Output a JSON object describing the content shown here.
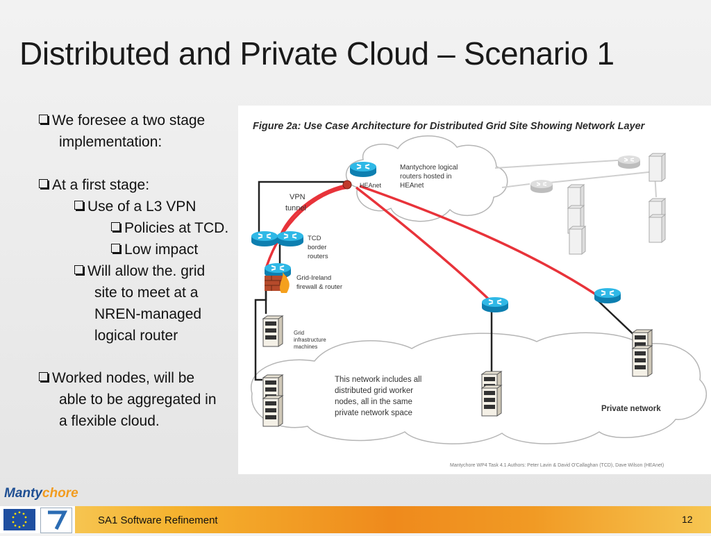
{
  "slide": {
    "title": "Distributed and Private Cloud – Scenario 1",
    "page_number": "12",
    "footer_text": "SA1 Software Refinement",
    "logo": {
      "part1": "Manty",
      "part2": "chore"
    }
  },
  "bullets": [
    {
      "line1": "We foresee a two stage",
      "line2": "implementation:"
    },
    {
      "line1": "At a first stage:"
    },
    {
      "line1": "Use of a L3 VPN"
    },
    {
      "line1": "Policies at TCD."
    },
    {
      "line1": "Low impact"
    },
    {
      "line1": "Will allow the. grid",
      "line2": "site to meet at a",
      "line3": "NREN-managed",
      "line4": "logical router"
    },
    {
      "line1": "Worked nodes, will be",
      "line2": "able to be aggregated in",
      "line3": "a flexible cloud."
    }
  ],
  "figure": {
    "caption": "Figure 2a: Use Case Architecture for Distributed Grid Site Showing Network Layer",
    "mantychore_label": [
      "Mantychore logical",
      "routers hosted in",
      "HEAnet"
    ],
    "heanet_label": "HEAnet",
    "vpn_label": [
      "VPN",
      "tunnel"
    ],
    "tcd_label": [
      "TCD",
      "border",
      "routers"
    ],
    "firewall_label": [
      "Grid-Ireland",
      "firewall & router"
    ],
    "infra_label": [
      "Grid",
      "infrastructure",
      "machines"
    ],
    "network_note": [
      "This network includes all",
      "distributed grid worker",
      "nodes, all in the same",
      "private network space"
    ],
    "private_network_label": "Private network",
    "credits": "Mantychore    WP4    Task 4.1    Authors: Peter Lavin & David O'Callaghan (TCD), Dave Wilson (HEAnet)",
    "colors": {
      "red_link": "#e8333a",
      "router": "#1aa3d4",
      "cloud_stroke": "#b5b5b5"
    }
  }
}
